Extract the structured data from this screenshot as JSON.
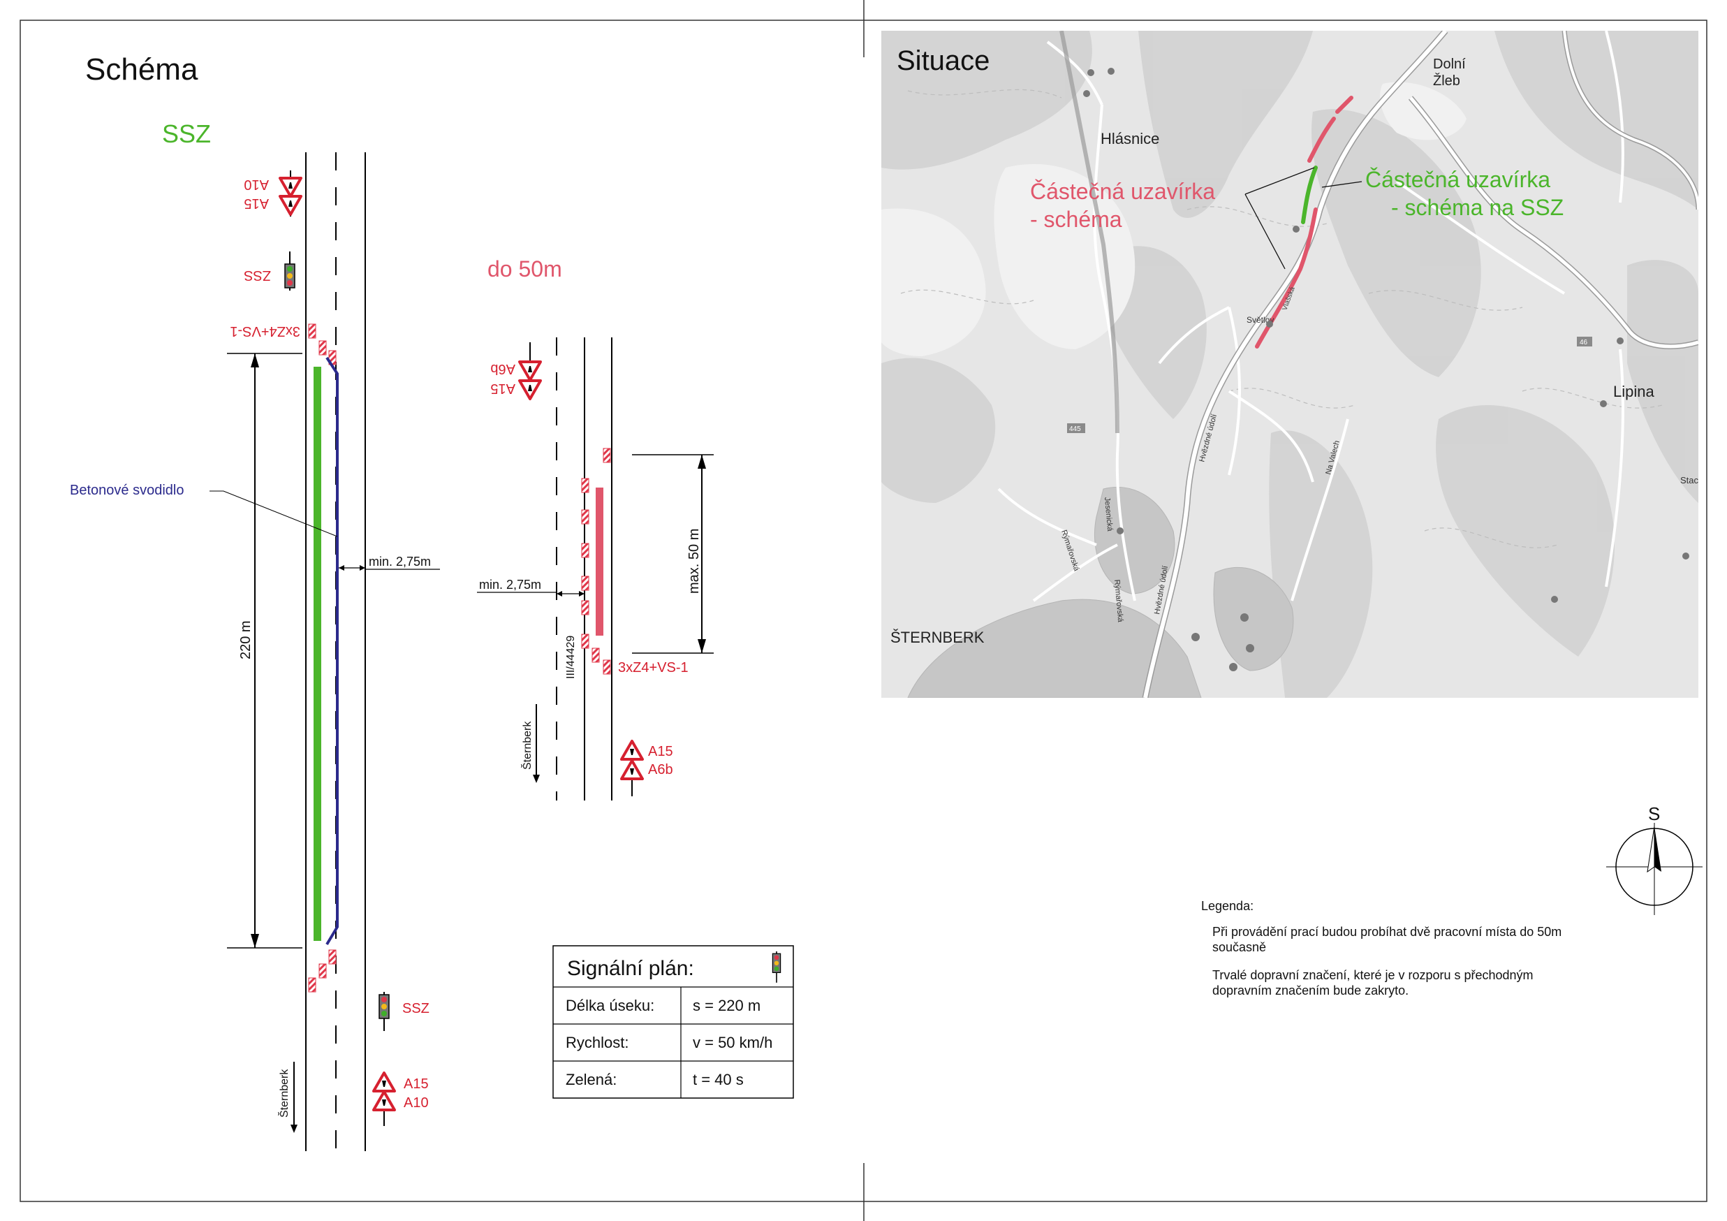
{
  "schema": {
    "title": "Schéma",
    "ssz_heading": "SSZ",
    "top_signs": [
      "A10",
      "A15"
    ],
    "top_light": "ZSS",
    "top_barrier": "3xZ4+VS-1",
    "length_label": "220 m",
    "svodidlo_label": "Betonové svodidlo",
    "min_width": "min. 2,75m",
    "bottom_light": "SSZ",
    "bottom_signs": [
      "A15",
      "A10"
    ],
    "direction": "Šternberk"
  },
  "do50": {
    "heading": "do 50m",
    "top_signs": [
      "A6b",
      "A15"
    ],
    "max_label": "max. 50 m",
    "min_width": "min. 2,75m",
    "road_code": "III/44429",
    "barrier_label": "3xZ4+VS-1",
    "direction": "Šternberk",
    "bottom_signs": [
      "A15",
      "A6b"
    ]
  },
  "signal_plan": {
    "title": "Signální plán:",
    "rows": [
      {
        "label": "Délka úseku:",
        "value": "s = 220 m"
      },
      {
        "label": "Rychlost:",
        "value": "v = 50 km/h"
      },
      {
        "label": "Zelená:",
        "value": "t = 40 s"
      }
    ]
  },
  "situace": {
    "title": "Situace",
    "places": {
      "dolni_zleb": [
        "Dolní",
        "Žleb"
      ],
      "hlasnice": "Hlásnice",
      "lipina": "Lipina",
      "sternberk": "ŠTERNBERK",
      "svetlov": "Světlov",
      "stac": "Stac"
    },
    "road_numbers": [
      "445",
      "46"
    ],
    "street_labels": [
      "Rýmařovská",
      "Rýmařovská",
      "Jesenická",
      "Hvězdné údolí",
      "Hvězdné údolí",
      "Na Valech",
      "Vlašská"
    ],
    "red_label": [
      "Částečná uzavírka",
      "- schéma"
    ],
    "green_label": [
      "Částečná uzavírka",
      "- schéma na SSZ"
    ]
  },
  "compass": {
    "north": "S"
  },
  "legend": {
    "title": "Legenda:",
    "items": [
      [
        "Při provádění prací budou probíhat dvě pracovní místa do 50m",
        "současně"
      ],
      [
        "Trvalé dopravní značení, které je v rozporu s přechodným",
        "dopravním značením bude zakryto."
      ]
    ]
  },
  "colors": {
    "green": "#4bb52b",
    "red": "#e0566b",
    "sign_red": "#d6202f",
    "navy": "#2b2a8c",
    "map_bg": "#e8e8e8"
  }
}
